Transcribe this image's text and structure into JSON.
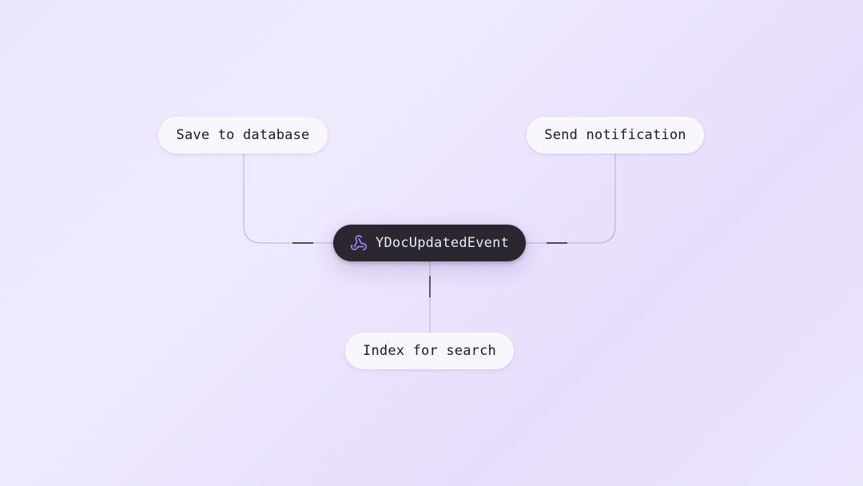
{
  "diagram": {
    "central_event": {
      "label": "YDocUpdatedEvent",
      "icon": "webhook-icon"
    },
    "handlers": [
      {
        "label": "Save to database"
      },
      {
        "label": "Send notification"
      },
      {
        "label": "Index for search"
      }
    ]
  },
  "colors": {
    "background": "#ece6fc",
    "event_pill": "#2a2730",
    "event_text": "#ece9f6",
    "handler_pill": "#f8f7fb",
    "icon_accent": "#9b7ee6",
    "connector": "#b6b0c4"
  }
}
